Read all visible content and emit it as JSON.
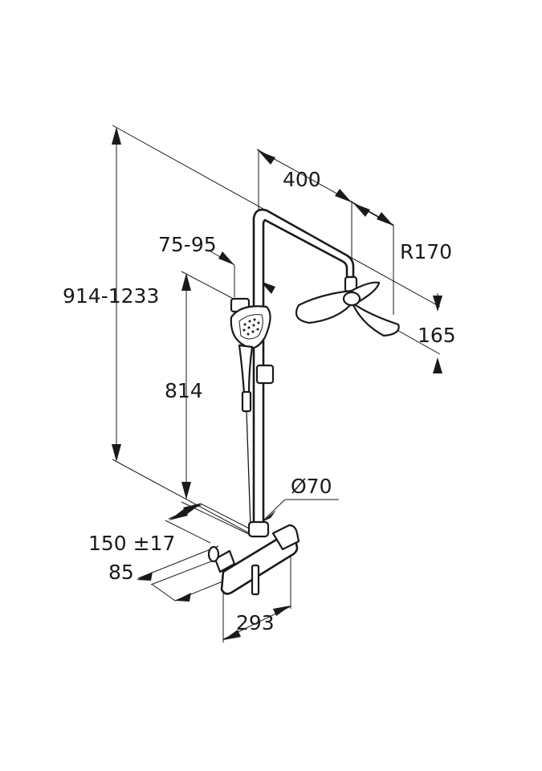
{
  "dimensions": {
    "total_height": "914-1233",
    "arm_length": "400",
    "head_radius": "R170",
    "slider_range": "75-95",
    "rail_height": "814",
    "head_height": "165",
    "rail_diameter": "Ø70",
    "inlet_spacing": "150 ±17",
    "wall_offset": "85",
    "mixer_width": "293"
  }
}
